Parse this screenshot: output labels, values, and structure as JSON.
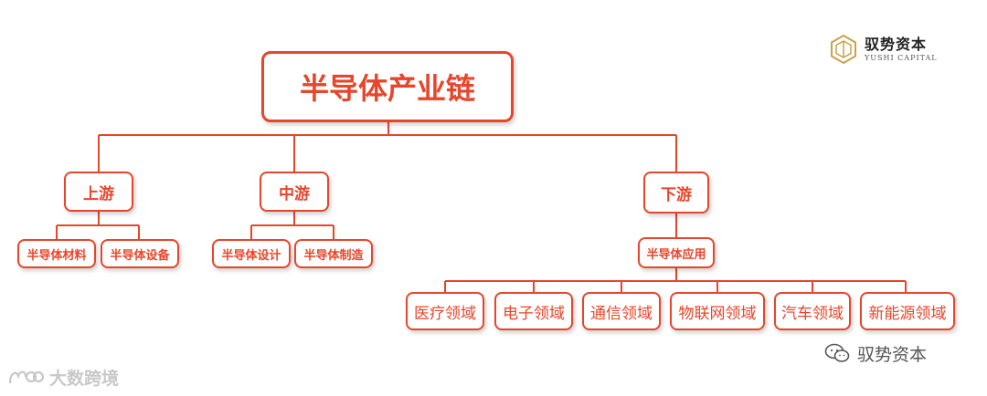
{
  "brand": {
    "name_cn": "驭势资本",
    "name_en": "YUSHI CAPITAL"
  },
  "diagram": {
    "root": "半导体产业链",
    "upstream": {
      "label": "上游",
      "children": [
        "半导体材料",
        "半导体设备"
      ]
    },
    "midstream": {
      "label": "中游",
      "children": [
        "半导体设计",
        "半导体制造"
      ]
    },
    "downstream": {
      "label": "下游",
      "application": "半导体应用",
      "fields": [
        "医疗领域",
        "电子领域",
        "通信领域",
        "物联网领域",
        "汽车领域",
        "新能源领域"
      ]
    }
  },
  "wechat_account": "驭势资本",
  "watermark": "大数跨境",
  "colors": {
    "accent": "#e8452a",
    "text_dark": "#222222",
    "watermark": "#c8c8c8"
  }
}
